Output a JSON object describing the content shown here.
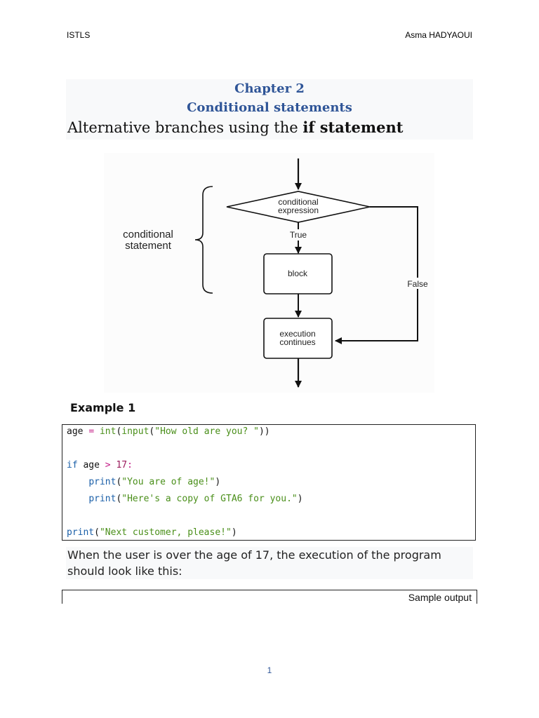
{
  "header": {
    "left": "ISTLS",
    "right": "Asma HADYAOUI"
  },
  "title": {
    "chapter": "Chapter 2",
    "subtitle": "Conditional statements",
    "heading_prefix": "Alternative branches using the ",
    "heading_bold": "if statement"
  },
  "diagram": {
    "decision_line1": "conditional",
    "decision_line2": "expression",
    "true_label": "True",
    "false_label": "False",
    "block_label": "block",
    "exec_line1": "execution",
    "exec_line2": "continues",
    "brace_line1": "conditional",
    "brace_line2": "statement"
  },
  "example": {
    "title": "Example 1",
    "code": {
      "l1": {
        "var": "age ",
        "eq": "=",
        "sp": " ",
        "int": "int",
        "p1": "(",
        "input": "input",
        "p2": "(",
        "str": "\"How old are you? \"",
        "p3": "))"
      },
      "l2": {
        "kw": "if",
        "mid": " age ",
        "op": ">",
        "sp": " ",
        "num": "17",
        "colon": ":"
      },
      "l3": {
        "indent": "    ",
        "fn": "print",
        "p1": "(",
        "str": "\"You are of age!\"",
        "p2": ")"
      },
      "l4": {
        "indent": "    ",
        "fn": "print",
        "p1": "(",
        "str": "\"Here's a copy of GTA6 for you.\"",
        "p2": ")"
      },
      "l5": {
        "fn": "print",
        "p1": "(",
        "str": "\"Next customer, please!\"",
        "p2": ")"
      }
    }
  },
  "paragraph": "When the user is over the age of 17, the execution of the program should look like this:",
  "sample_output_label": "Sample output",
  "page_number": "1"
}
